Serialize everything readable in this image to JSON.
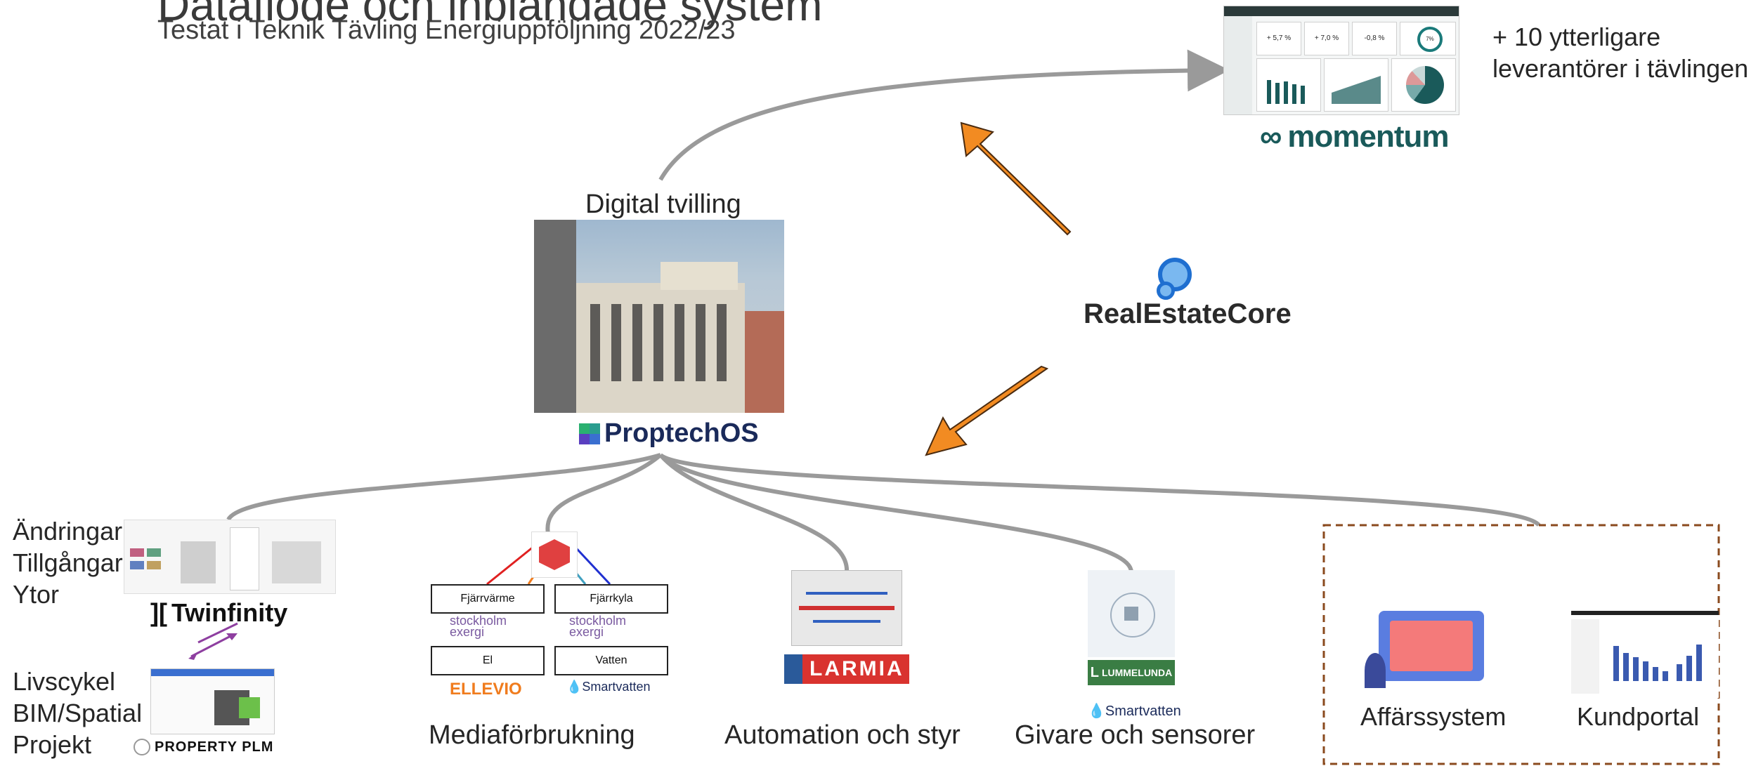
{
  "header": {
    "title": "Dataflöde och inblandade system",
    "subtitle": "Testat i Teknik Tävling Energiuppföljning 2022/23"
  },
  "top_right": {
    "extra_note_line1": "+ 10 ytterligare",
    "extra_note_line2": "leverantörer i tävlingen",
    "logo": "momentum",
    "dashboard_kpis": [
      "+ 5,7 %",
      "+ 7,0 %",
      "-0,8 %",
      "7%"
    ]
  },
  "center": {
    "twin_label": "Digital tvilling",
    "proptech_logo": "ProptechOS",
    "rec_logo": "RealEstateCore"
  },
  "left": {
    "twinfinity_lines": [
      "Ändringar",
      "Tillgångar",
      "Ytor"
    ],
    "twinfinity_logo": "Twinfinity",
    "plm_lines": [
      "Livscykel",
      "BIM/Spatial",
      "Projekt"
    ],
    "plm_logo": "PROPERTY PLM"
  },
  "media": {
    "label": "Mediaförbrukning",
    "boxes": [
      "Fjärrvärme",
      "Fjärrkyla",
      "El",
      "Vatten"
    ],
    "stockholm_exergi": [
      "stockholm",
      "exergi"
    ],
    "ellevio": "ELLEVIO",
    "smartvatten": "Smartvatten"
  },
  "automation": {
    "label": "Automation och styr",
    "logo": "LARMIA"
  },
  "sensors": {
    "label": "Givare och sensorer",
    "logo": "LUMMELUNDA",
    "smartvatten": "Smartvatten"
  },
  "business": {
    "affars_label": "Affärssystem",
    "kund_label": "Kundportal"
  },
  "colors": {
    "arrow_orange": "#f28b22",
    "flow_gray": "#9a9a9a",
    "momentum_teal": "#1a5a5a",
    "larmia_red": "#d9332f",
    "lummelunda_green": "#3a7d44",
    "ellevio_orange": "#f07c1e",
    "dashed_border": "#8a4a1e"
  }
}
